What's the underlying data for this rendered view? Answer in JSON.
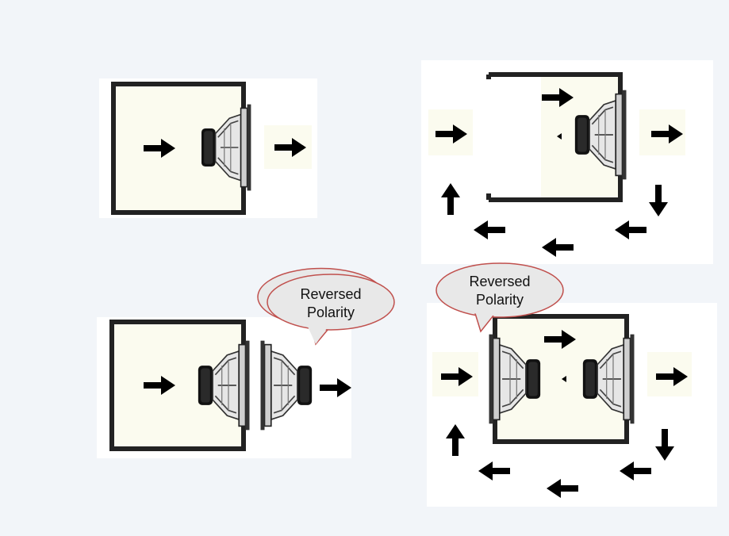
{
  "diagrams": {
    "bottom_left": {
      "callout": [
        "Reversed",
        "Polarity"
      ]
    },
    "bottom_right": {
      "callout": [
        "Reversed",
        "Polarity"
      ]
    }
  },
  "colors": {
    "page_bg": "#f2f5f9",
    "box_fill": "#fbfbef",
    "box_stroke": "#222222",
    "arrow": "#000000",
    "bubble_fill": "#e8e8e8",
    "bubble_stroke": "#c0504d"
  }
}
